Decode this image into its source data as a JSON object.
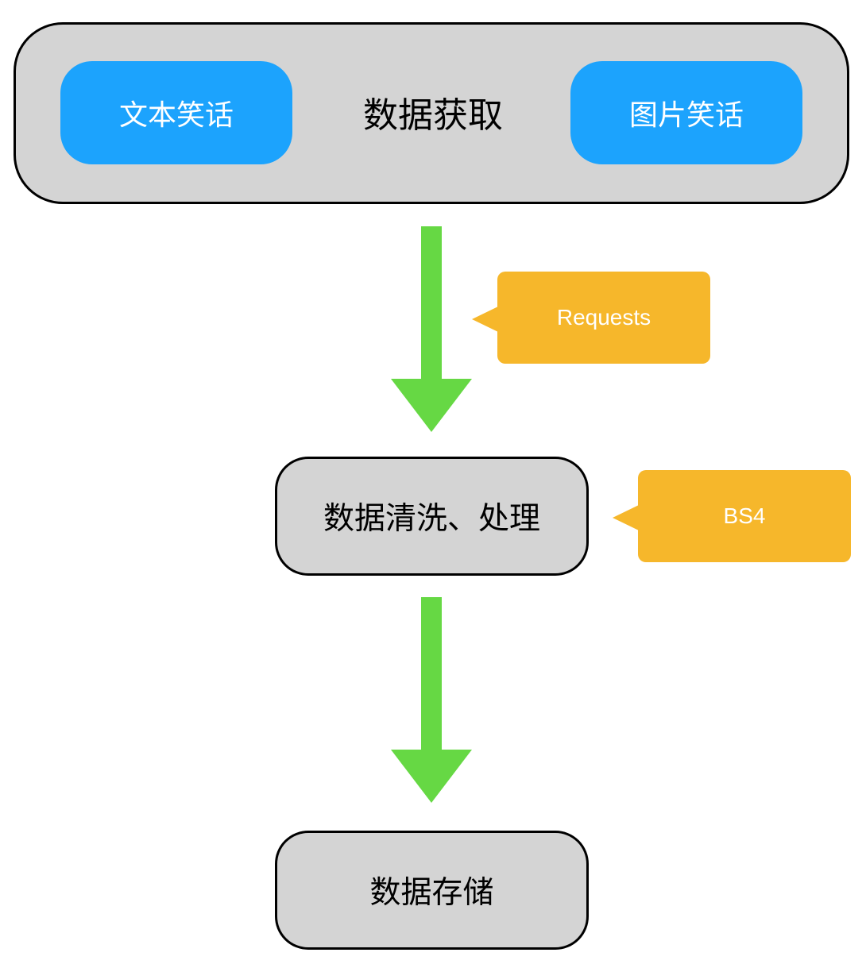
{
  "diagram": {
    "acquire": {
      "title": "数据获取",
      "text_jokes": "文本笑话",
      "image_jokes": "图片笑话"
    },
    "process": {
      "label": "数据清洗、处理"
    },
    "store": {
      "label": "数据存储"
    },
    "callouts": {
      "requests": "Requests",
      "bs4": "BS4"
    }
  },
  "colors": {
    "box_fill": "#d4d4d4",
    "pill_blue": "#1ca3fd",
    "callout_orange": "#f6b72b",
    "arrow_green": "#66d844"
  }
}
